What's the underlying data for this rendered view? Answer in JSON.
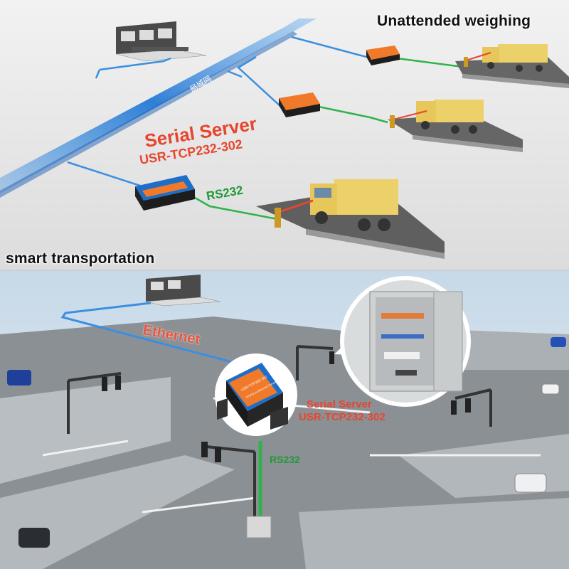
{
  "labels": {
    "unattended": "Unattended weighing",
    "serial_server_title": "Serial Server",
    "serial_server_model": "USR-TCP232-302",
    "rs232_top": "RS232",
    "smart_transport": "smart transportation",
    "ethernet": "Ethernet",
    "serial_server_title_2": "Serial Server",
    "serial_server_model_2": "USR-TCP232-302",
    "rs232_bottom": "RS232",
    "device_face_text": "USR-TCP232-302",
    "device_face_sub": "RS232 to Ethernet Converter",
    "backbone_text": "局域网"
  },
  "colors": {
    "accent_red": "#e8452e",
    "link_green": "#1f9a35",
    "network_blue": "#3a8fe0",
    "device_orange": "#f07a2a",
    "device_blue": "#1c6ec9",
    "truck_yellow": "#ecd06a"
  },
  "icons": {
    "monitor_room": "control-room-icon",
    "serial_server": "serial-server-device-icon",
    "truck": "dump-truck-icon",
    "traffic_light": "traffic-light-icon",
    "cabinet": "electrical-cabinet-icon"
  }
}
